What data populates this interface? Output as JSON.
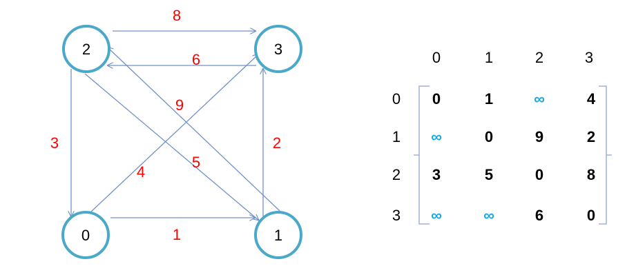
{
  "colors": {
    "node_stroke": "#4aa8c8",
    "edge_stroke": "#6f91c8",
    "weight_text": "#ff0000",
    "infinity_text": "#1aa7e6",
    "bracket": "#9fb4d3"
  },
  "graph": {
    "nodes": [
      {
        "id": "n2",
        "label": "2"
      },
      {
        "id": "n3",
        "label": "3"
      },
      {
        "id": "n0",
        "label": "0"
      },
      {
        "id": "n1",
        "label": "1"
      }
    ],
    "edges": [
      {
        "from": "2",
        "to": "3",
        "weight": "8"
      },
      {
        "from": "3",
        "to": "2",
        "weight": "6"
      },
      {
        "from": "1",
        "to": "2",
        "weight": "9"
      },
      {
        "from": "2",
        "to": "0",
        "weight": "3"
      },
      {
        "from": "1",
        "to": "3",
        "weight": "2"
      },
      {
        "from": "0",
        "to": "3",
        "weight": "4"
      },
      {
        "from": "2",
        "to": "1",
        "weight": "5"
      },
      {
        "from": "0",
        "to": "1",
        "weight": "1"
      }
    ]
  },
  "matrix": {
    "col_headers": [
      "0",
      "1",
      "2",
      "3"
    ],
    "row_headers": [
      "0",
      "1",
      "2",
      "3"
    ],
    "rows": [
      [
        "0",
        "1",
        "∞",
        "4"
      ],
      [
        "∞",
        "0",
        "9",
        "2"
      ],
      [
        "3",
        "5",
        "0",
        "8"
      ],
      [
        "∞",
        "∞",
        "6",
        "0"
      ]
    ]
  }
}
